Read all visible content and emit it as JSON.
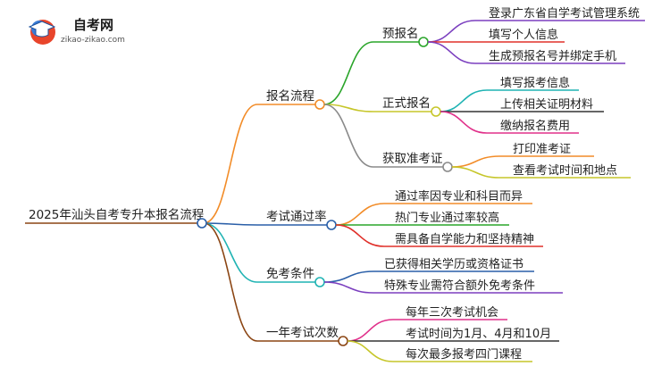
{
  "logo": {
    "title": "自考网",
    "url": "zikao-zikao.com"
  },
  "root": {
    "label": "2025年汕头自考专升本报名流程",
    "color": "#8b4513"
  },
  "branches": [
    {
      "label": "报名流程",
      "color": "#f28c28",
      "children": [
        {
          "label": "预报名",
          "color": "#2aa52a",
          "children": [
            {
              "label": "登录广东省自学考试管理系统",
              "color": "#7b3fbf"
            },
            {
              "label": "填写个人信息",
              "color": "#e0302a"
            },
            {
              "label": "生成预报名号并绑定手机",
              "color": "#7b3fbf"
            }
          ]
        },
        {
          "label": "正式报名",
          "color": "#c6c62a",
          "children": [
            {
              "label": "填写报考信息",
              "color": "#1fb3b3"
            },
            {
              "label": "上传相关证明材料",
              "color": "#333333"
            },
            {
              "label": "缴纳报名费用",
              "color": "#e0308a"
            }
          ]
        },
        {
          "label": "获取准考证",
          "color": "#8a8a8a",
          "children": [
            {
              "label": "打印准考证",
              "color": "#f28c28"
            },
            {
              "label": "查看考试时间和地点",
              "color": "#c6c62a"
            }
          ]
        }
      ]
    },
    {
      "label": "考试通过率",
      "color": "#2a5fa8",
      "children": [
        {
          "label": "通过率因专业和科目而异",
          "color": "#f28c28"
        },
        {
          "label": "热门专业通过率较高",
          "color": "#2aa52a"
        },
        {
          "label": "需具备自学能力和坚持精神",
          "color": "#e0302a"
        }
      ]
    },
    {
      "label": "免考条件",
      "color": "#1fb3b3",
      "children": [
        {
          "label": "已获得相关学历或资格证书",
          "color": "#2a5fa8"
        },
        {
          "label": "特殊专业需符合额外免考条件",
          "color": "#7b3fbf"
        }
      ]
    },
    {
      "label": "一年考试次数",
      "color": "#8b4513",
      "children": [
        {
          "label": "每年三次考试机会",
          "color": "#e0308a"
        },
        {
          "label": "考试时间为1月、4月和10月",
          "color": "#333333"
        },
        {
          "label": "每次最多报考四门课程",
          "color": "#c6c62a"
        }
      ]
    }
  ]
}
